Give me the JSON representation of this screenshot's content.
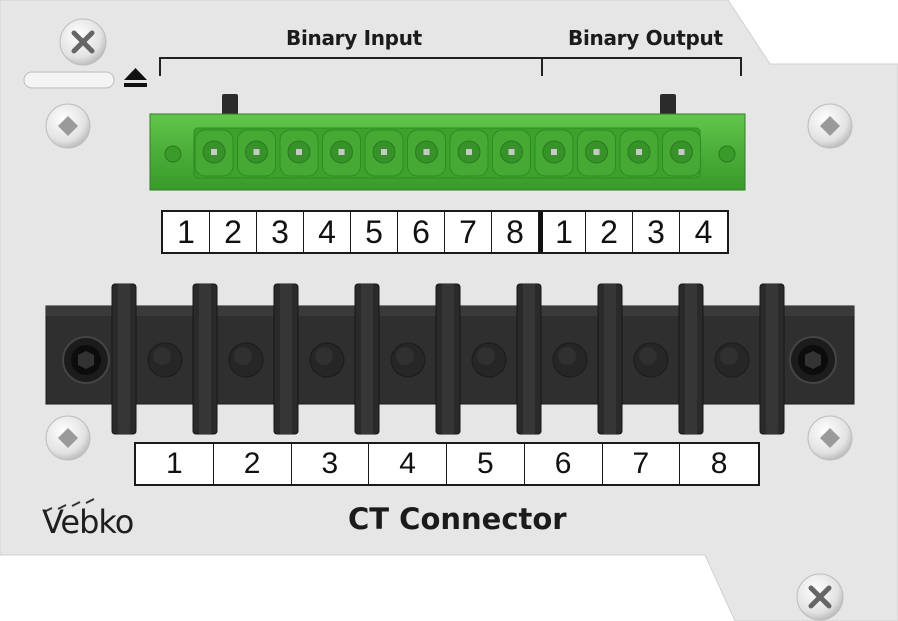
{
  "labels": {
    "binary_input": "Binary Input",
    "binary_output": "Binary Output",
    "ct_connector": "CT Connector"
  },
  "logo": {
    "text": "Vebko"
  },
  "binary_terminals": [
    {
      "label": "1",
      "group": "input"
    },
    {
      "label": "2",
      "group": "input"
    },
    {
      "label": "3",
      "group": "input"
    },
    {
      "label": "4",
      "group": "input"
    },
    {
      "label": "5",
      "group": "input"
    },
    {
      "label": "6",
      "group": "input"
    },
    {
      "label": "7",
      "group": "input"
    },
    {
      "label": "8",
      "group": "input"
    },
    {
      "label": "1",
      "group": "output"
    },
    {
      "label": "2",
      "group": "output"
    },
    {
      "label": "3",
      "group": "output"
    },
    {
      "label": "4",
      "group": "output"
    }
  ],
  "ct_terminals": [
    "1",
    "2",
    "3",
    "4",
    "5",
    "6",
    "7",
    "8"
  ],
  "colors": {
    "panel": "#e6e6e6",
    "green_connector": "#4fb23a",
    "terminal_block": "#2e2e2e"
  },
  "icons": [
    "eject-icon",
    "cross-screw-icon",
    "torx-screw-icon",
    "hex-screw-icon"
  ]
}
